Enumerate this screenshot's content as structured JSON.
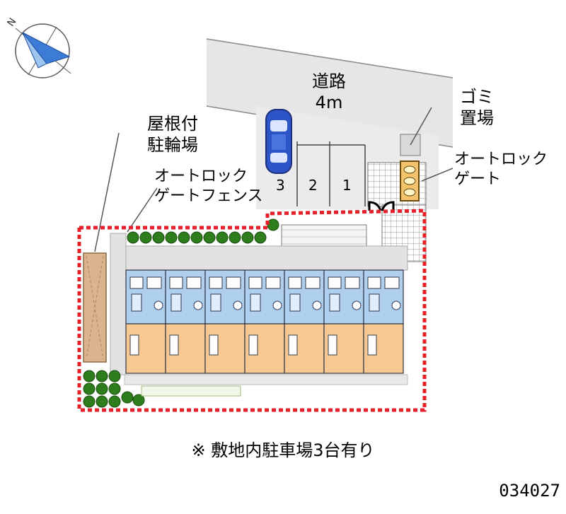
{
  "labels": {
    "road": "道路",
    "road_width": "4m",
    "garbage": [
      "ゴミ",
      "置場"
    ],
    "bicycle": [
      "屋根付",
      "駐輪場"
    ],
    "fence": [
      "オートロック",
      "ゲートフェンス"
    ],
    "gate": [
      "オートロック",
      "ゲート"
    ]
  },
  "parking_slots": [
    "3",
    "2",
    "1"
  ],
  "note": "※ 敷地内駐車場3台有り",
  "code": "034027",
  "compass": {
    "letter": "N"
  },
  "colors": {
    "road": "#e6e6e6",
    "unit_bath": "#aed0ee",
    "unit_room": "#f7c992",
    "boundary": "#e6202a",
    "tree": "#2e7d1c",
    "car": "#2d55c8",
    "bike_roof": "#d9b48c"
  }
}
